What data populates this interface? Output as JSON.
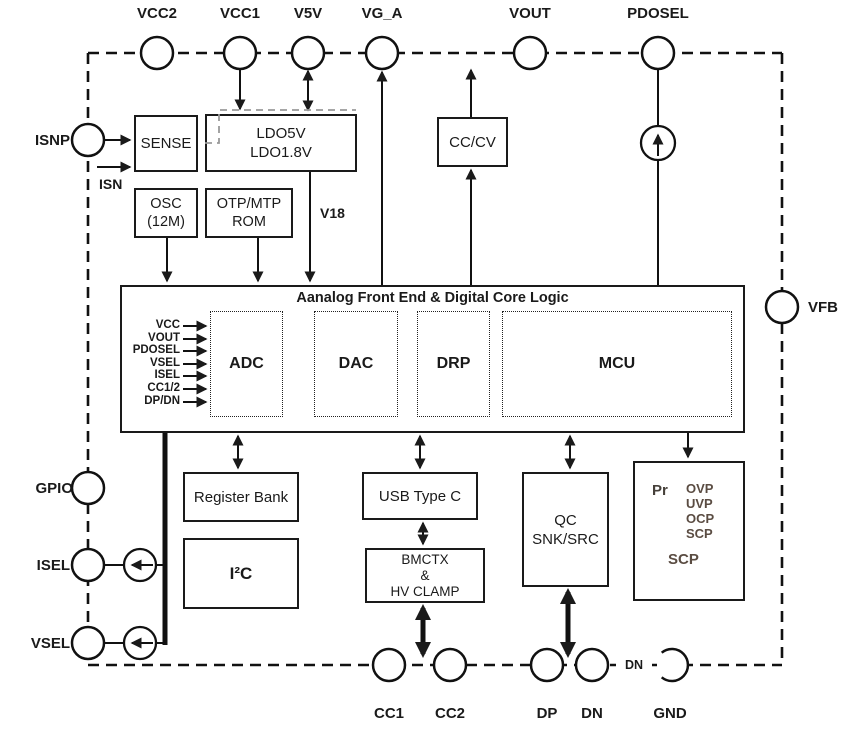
{
  "diagram": {
    "pins": {
      "top": [
        "VCC2",
        "VCC1",
        "V5V",
        "VG_A",
        "VOUT",
        "PDOSEL"
      ],
      "left": [
        "ISNP",
        "GPIO",
        "ISEL",
        "VSEL"
      ],
      "left_signal": "ISN",
      "right": [
        "VFB"
      ],
      "bottom": [
        "CC1",
        "CC2",
        "DP",
        "DN",
        "GND"
      ],
      "dn_inner_label": "DN"
    },
    "blocks": {
      "sense": "SENSE",
      "ldo": {
        "line1": "LDO5V",
        "line2": "LDO1.8V"
      },
      "osc": {
        "line1": "OSC",
        "line2": "(12M)"
      },
      "otp": {
        "line1": "OTP/MTP",
        "line2": "ROM"
      },
      "cccv": "CC/CV",
      "v18_net": "V18",
      "afe": {
        "title": "Aanalog Front End & Digital Core Logic",
        "inputs": [
          "VCC",
          "VOUT",
          "PDOSEL",
          "VSEL",
          "ISEL",
          "CC1/2",
          "DP/DN"
        ],
        "sub": {
          "adc": "ADC",
          "dac": "DAC",
          "drp": "DRP",
          "mcu": "MCU"
        }
      },
      "register_bank": "Register Bank",
      "i2c": "I²C",
      "usb": "USB Type C",
      "bmctx": {
        "line1": "BMCTX",
        "line2": "&",
        "line3": "HV CLAMP"
      },
      "qc": {
        "line1": "QC",
        "line2": "SNK/SRC"
      },
      "protect": {
        "prefix": "Pr",
        "list": [
          "OVP",
          "UVP",
          "OCP",
          "SCP"
        ],
        "footer": "SCP"
      }
    },
    "colors": {
      "line": "#1a1a1a",
      "protect_text": "#5a4c42",
      "dashed_gray": "#999999",
      "bg": "#ffffff"
    }
  }
}
